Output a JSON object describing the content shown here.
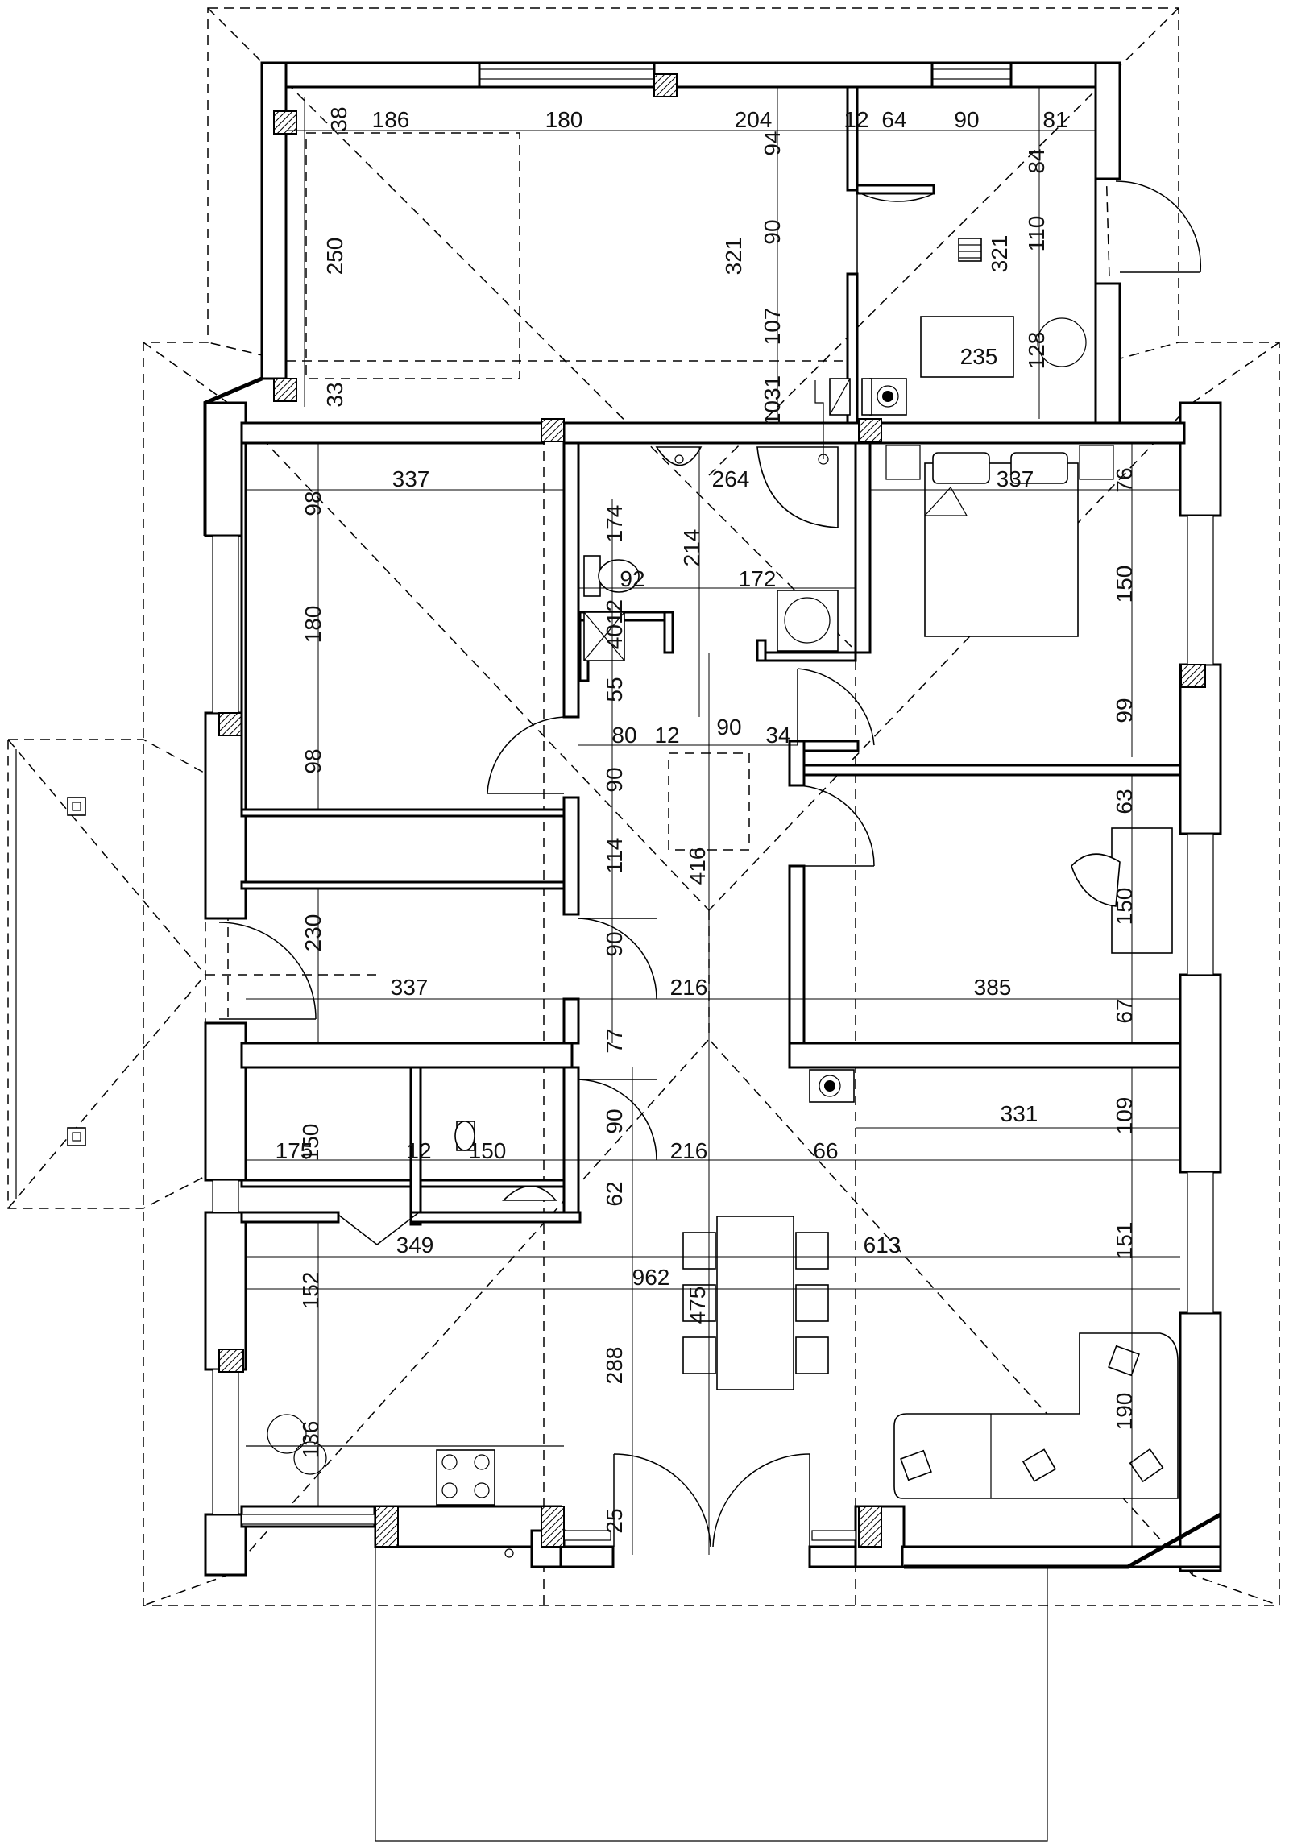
{
  "dimensions": [
    {
      "id": "d-38",
      "text": "38"
    },
    {
      "id": "d-186",
      "text": "186"
    },
    {
      "id": "d-180-top",
      "text": "180"
    },
    {
      "id": "d-204",
      "text": "204"
    },
    {
      "id": "d-12-top",
      "text": "12"
    },
    {
      "id": "d-64",
      "text": "64"
    },
    {
      "id": "d-90-top",
      "text": "90"
    },
    {
      "id": "d-81",
      "text": "81"
    },
    {
      "id": "d-94",
      "text": "94"
    },
    {
      "id": "d-84",
      "text": "84"
    },
    {
      "id": "d-250",
      "text": "250"
    },
    {
      "id": "d-321-garage",
      "text": "321"
    },
    {
      "id": "d-90-garage",
      "text": "90"
    },
    {
      "id": "d-321-utility",
      "text": "321"
    },
    {
      "id": "d-110",
      "text": "110"
    },
    {
      "id": "d-107",
      "text": "107"
    },
    {
      "id": "d-235",
      "text": "235"
    },
    {
      "id": "d-128",
      "text": "128"
    },
    {
      "id": "d-33",
      "text": "33"
    },
    {
      "id": "d-1031",
      "text": "1031"
    },
    {
      "id": "d-337-room1",
      "text": "337"
    },
    {
      "id": "d-98-a",
      "text": "98"
    },
    {
      "id": "d-264",
      "text": "264"
    },
    {
      "id": "d-337-bed",
      "text": "337"
    },
    {
      "id": "d-76",
      "text": "76"
    },
    {
      "id": "d-174",
      "text": "174"
    },
    {
      "id": "d-214",
      "text": "214"
    },
    {
      "id": "d-92",
      "text": "92"
    },
    {
      "id": "d-172",
      "text": "172"
    },
    {
      "id": "d-180-room1",
      "text": "180"
    },
    {
      "id": "d-150-bed",
      "text": "150"
    },
    {
      "id": "d-4012",
      "text": "4012"
    },
    {
      "id": "d-55",
      "text": "55"
    },
    {
      "id": "d-80",
      "text": "80"
    },
    {
      "id": "d-12-hall",
      "text": "12"
    },
    {
      "id": "d-90-hall",
      "text": "90"
    },
    {
      "id": "d-34",
      "text": "34"
    },
    {
      "id": "d-99",
      "text": "99"
    },
    {
      "id": "d-98-b",
      "text": "98"
    },
    {
      "id": "d-90-hall2",
      "text": "90"
    },
    {
      "id": "d-63",
      "text": "63"
    },
    {
      "id": "d-114",
      "text": "114"
    },
    {
      "id": "d-416",
      "text": "416"
    },
    {
      "id": "d-150-office",
      "text": "150"
    },
    {
      "id": "d-230",
      "text": "230"
    },
    {
      "id": "d-90-hall3",
      "text": "90"
    },
    {
      "id": "d-337-room2",
      "text": "337"
    },
    {
      "id": "d-216-a",
      "text": "216"
    },
    {
      "id": "d-385",
      "text": "385"
    },
    {
      "id": "d-67",
      "text": "67"
    },
    {
      "id": "d-77",
      "text": "77"
    },
    {
      "id": "d-331",
      "text": "331"
    },
    {
      "id": "d-109",
      "text": "109"
    },
    {
      "id": "d-150-laundry",
      "text": "150"
    },
    {
      "id": "d-175",
      "text": "175"
    },
    {
      "id": "d-12-wc",
      "text": "12"
    },
    {
      "id": "d-150-wc",
      "text": "150"
    },
    {
      "id": "d-90-wc",
      "text": "90"
    },
    {
      "id": "d-216-b",
      "text": "216"
    },
    {
      "id": "d-66",
      "text": "66"
    },
    {
      "id": "d-62",
      "text": "62"
    },
    {
      "id": "d-349",
      "text": "349"
    },
    {
      "id": "d-613",
      "text": "613"
    },
    {
      "id": "d-151",
      "text": "151"
    },
    {
      "id": "d-962",
      "text": "962"
    },
    {
      "id": "d-152",
      "text": "152"
    },
    {
      "id": "d-475",
      "text": "475"
    },
    {
      "id": "d-288",
      "text": "288"
    },
    {
      "id": "d-190",
      "text": "190"
    },
    {
      "id": "d-136",
      "text": "136"
    },
    {
      "id": "d-25",
      "text": "25"
    }
  ]
}
